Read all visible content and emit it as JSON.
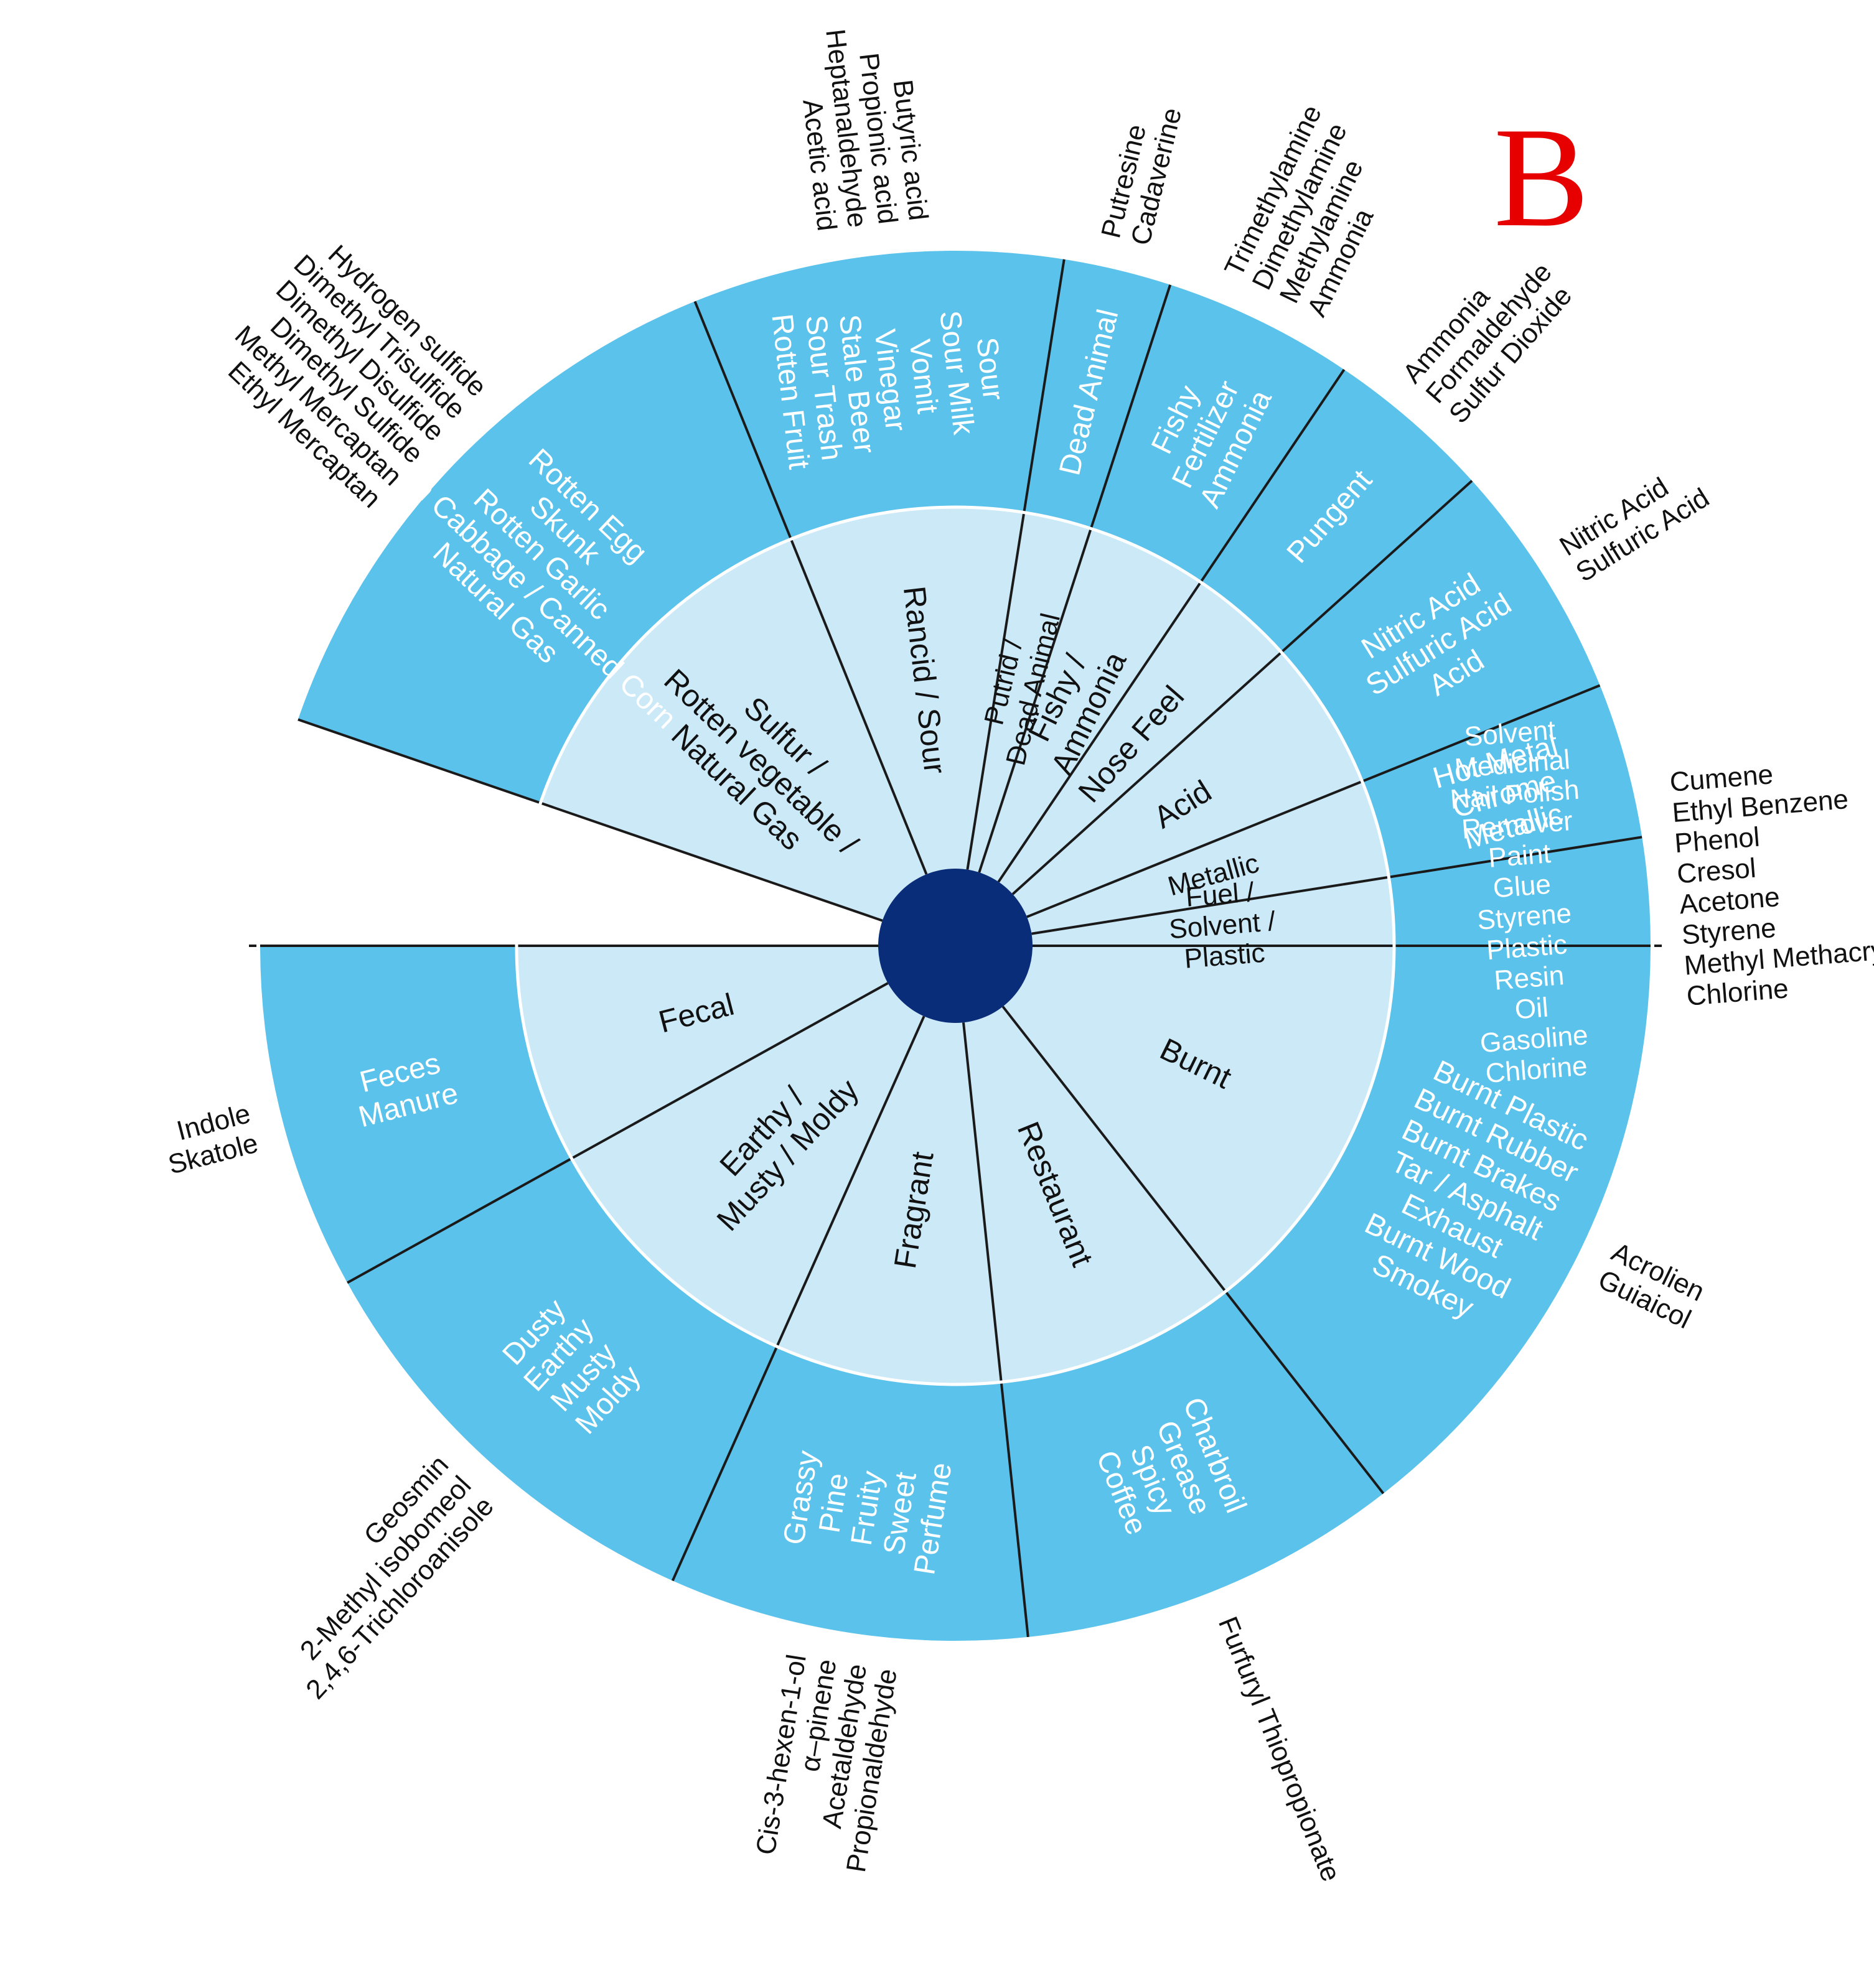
{
  "panel_label": "B",
  "colors": {
    "outer_ring": "#5BC2EC",
    "inner_ring": "#CCE9F8",
    "hub": "#0A2D7A",
    "lines": "#1a1a1a",
    "outer_text": "#ffffff",
    "category_text": "#111111",
    "compound_text": "#111111",
    "panel_label": "#E60000"
  },
  "categories": [
    {
      "label": "Sulfur / Rotten vegetable / Natural Gas",
      "descriptors": [
        "Rotten Egg",
        "Skunk",
        "Rotten Garlic",
        "Rotten Cabbage / Canned Corn",
        "Natural Gas"
      ],
      "compounds": [
        "Hydrogen sulfide",
        "Dimethyl Trisulfide",
        "Dimethyl Disulfide",
        "Dimethyl Sulfide",
        "Methyl Mercaptan",
        "Ethyl Mercaptan"
      ]
    },
    {
      "label": "Rancid / Sour",
      "descriptors": [
        "Sour",
        "Sour Milk",
        "Vomit",
        "Vinegar",
        "Stale Beer",
        "Sour Trash",
        "Rotten Fruit"
      ],
      "compounds": [
        "Butyric acid",
        "Propionic acid",
        "Heptanaldehyde",
        "Acetic acid"
      ]
    },
    {
      "label": "Putrid / Dead Animal",
      "descriptors": [
        "Dead Animal"
      ],
      "compounds": [
        "Putresine",
        "Cadaverine"
      ]
    },
    {
      "label": "Fishy / Ammonia",
      "descriptors": [
        "Fishy",
        "Fertilizer",
        "Ammonia"
      ],
      "compounds": [
        "Trimethylamine",
        "Dimethylamine",
        "Methylamine",
        "Ammonia"
      ]
    },
    {
      "label": "Nose Feel",
      "descriptors": [
        "Pungent"
      ],
      "compounds": [
        "Ammonia",
        "Formaldehyde",
        "Sulfur Dioxide"
      ]
    },
    {
      "label": "Acid",
      "descriptors": [
        "Nitric Acid",
        "Sulfuric Acid",
        "Acid"
      ],
      "compounds": [
        "Nitric Acid",
        "Sulfuric Acid"
      ]
    },
    {
      "label": "Metallic",
      "descriptors": [
        "Hot Metal",
        "Chrome",
        "Metallic"
      ],
      "compounds": []
    },
    {
      "label": "Fuel / Solvent / Plastic",
      "descriptors": [
        "Solvent",
        "Medicinal",
        "Nail Polish",
        "Remover",
        "Paint",
        "Glue",
        "Styrene",
        "Plastic",
        "Resin",
        "Oil",
        "Gasoline",
        "Chlorine"
      ],
      "compounds": [
        "Cumene",
        "Ethyl Benzene",
        "Phenol",
        "Cresol",
        "Acetone",
        "Styrene",
        "Methyl Methacrylate",
        "Chlorine"
      ]
    },
    {
      "label": "Burnt",
      "descriptors": [
        "Burnt Plastic",
        "Burnt Rubber",
        "Burnt Brakes",
        "Tar / Asphalt",
        "Exhaust",
        "Burnt Wood",
        "Smokey"
      ],
      "compounds": [
        "Acrolien",
        "Guiaicol"
      ]
    },
    {
      "label": "Restaurant",
      "descriptors": [
        "Charbroil",
        "Grease",
        "Spicy",
        "Coffee"
      ],
      "compounds": [
        "Furfuryl Thiopropionate"
      ]
    },
    {
      "label": "Fragrant",
      "descriptors": [
        "Grassy",
        "Pine",
        "Fruity",
        "Sweet",
        "Perfume"
      ],
      "compounds": [
        "Cis-3-hexen-1-ol",
        "α–pinene",
        "Acetaldehyde",
        "Propionaldehyde"
      ]
    },
    {
      "label": "Earthy / Musty / Moldy",
      "descriptors": [
        "Dusty",
        "Earthy",
        "Musty",
        "Moldy"
      ],
      "compounds": [
        "Geosmin",
        "2-Methyl isobomeol",
        "2,4,6-Trichloroanisole"
      ]
    },
    {
      "label": "Fecal",
      "descriptors": [
        "Feces",
        "Manure"
      ],
      "compounds": [
        "Indole",
        "Skatole"
      ]
    }
  ]
}
